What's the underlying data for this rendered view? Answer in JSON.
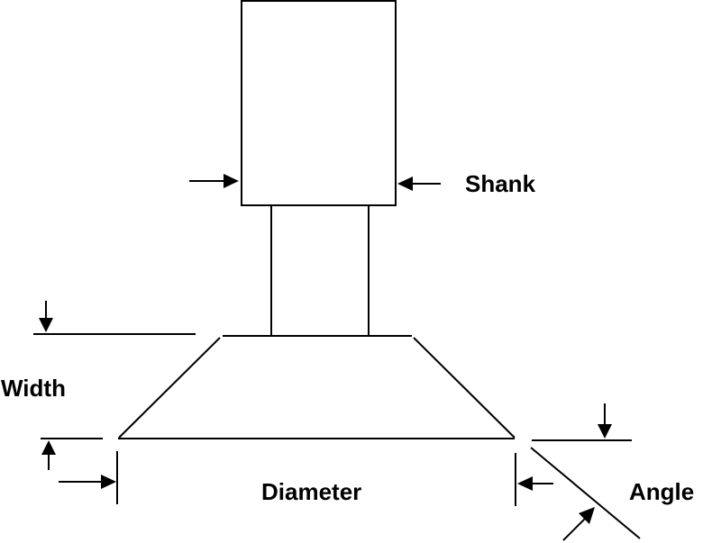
{
  "diagram": {
    "labels": {
      "shank": "Shank",
      "width": "Width",
      "diameter": "Diameter",
      "angle": "Angle"
    },
    "colors": {
      "stroke": "#000000",
      "background": "#ffffff"
    }
  }
}
